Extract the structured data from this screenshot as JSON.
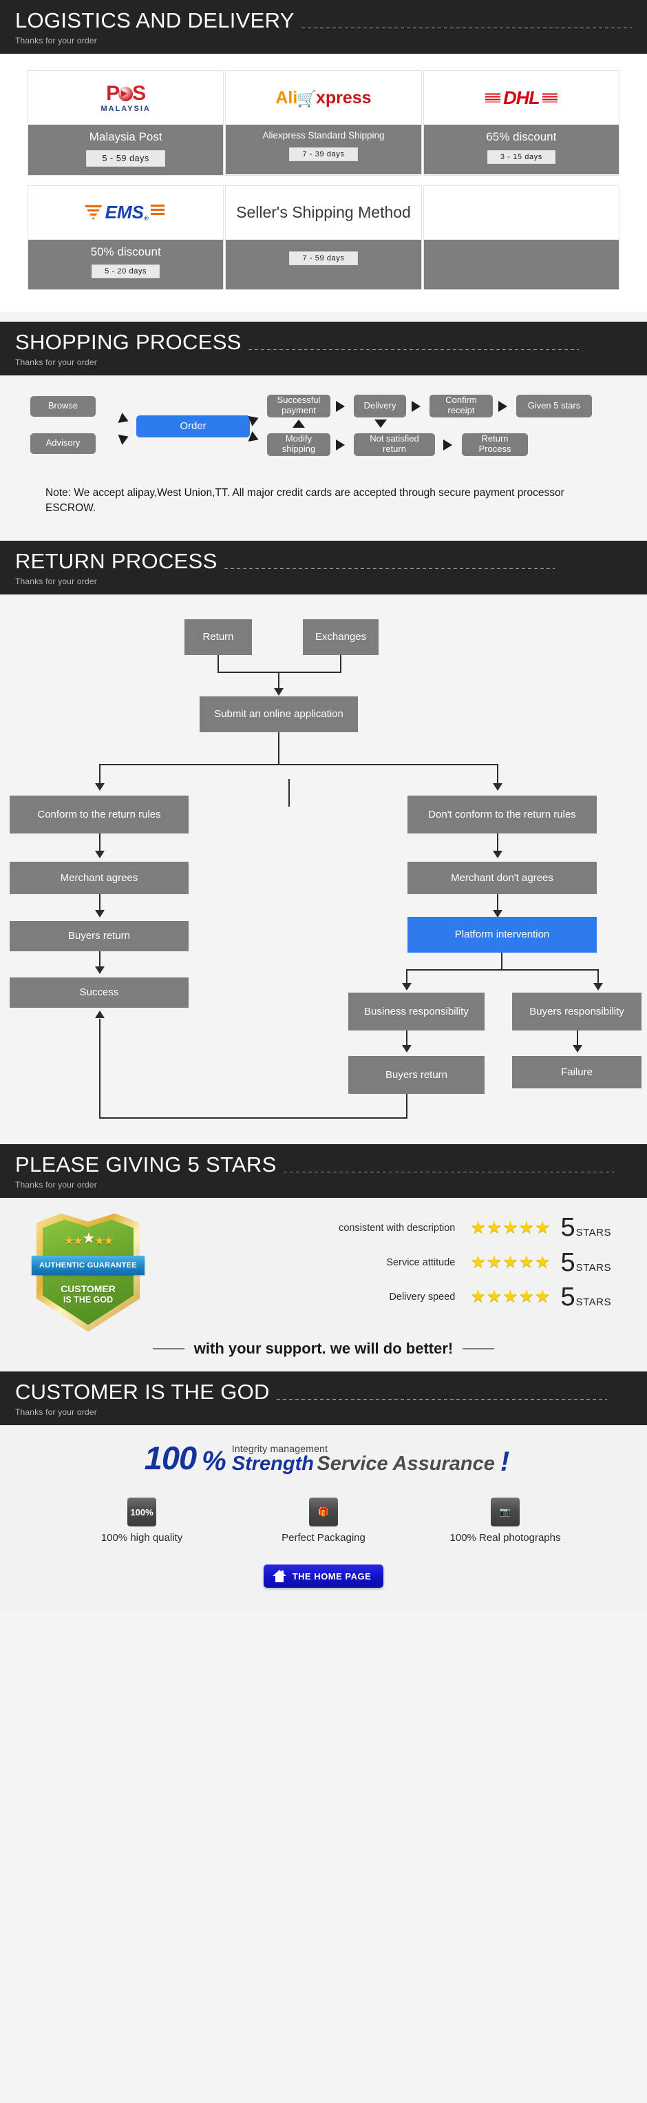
{
  "sections": {
    "logistics": {
      "title": "LOGISTICS AND DELIVERY",
      "subtitle": "Thanks for your order"
    },
    "shopping": {
      "title": "SHOPPING PROCESS",
      "subtitle": "Thanks for your order"
    },
    "returns": {
      "title": "RETURN PROCESS",
      "subtitle": "Thanks for your order"
    },
    "stars": {
      "title": "PLEASE GIVING 5 STARS",
      "subtitle": "Thanks for your order"
    },
    "god": {
      "title": "CUSTOMER IS THE GOD",
      "subtitle": "Thanks for your order"
    }
  },
  "shipping": {
    "carriers": [
      {
        "logo": "pos-malaysia-logo",
        "logo_main": "P",
        "logo_tail": "S",
        "logo_sub": "MALAYSIA",
        "name": "Malaysia Post",
        "days": "5 - 59  days"
      },
      {
        "logo": "aliexpress-logo",
        "logo_a": "Ali",
        "logo_b": "xpress",
        "name": "Aliexpress Standard Shipping",
        "days": "7 - 39  days"
      },
      {
        "logo": "dhl-logo",
        "logo_text": "DHL",
        "name": "65% discount",
        "days": "3 - 15  days"
      },
      {
        "logo": "ems-logo",
        "logo_text": "EMS",
        "name": "50% discount",
        "days": "5 - 20  days"
      },
      {
        "logo": "sellers-method-text",
        "logo_text": "Seller's Shipping Method",
        "name": "",
        "days": "7 - 59 days"
      },
      {
        "logo": "",
        "logo_text": "",
        "name": "",
        "days": ""
      }
    ]
  },
  "shopping_flow": {
    "nodes": [
      {
        "id": "browse",
        "label": "Browse"
      },
      {
        "id": "advisory",
        "label": "Advisory"
      },
      {
        "id": "order",
        "label": "Order",
        "accent": "#2d7bec"
      },
      {
        "id": "successful-payment",
        "label": "Successful payment"
      },
      {
        "id": "modify-shipping",
        "label": "Modify shipping"
      },
      {
        "id": "delivery",
        "label": "Delivery"
      },
      {
        "id": "not-satisfied-return",
        "label": "Not satisfied return"
      },
      {
        "id": "confirm-receipt",
        "label": "Confirm receipt"
      },
      {
        "id": "return-process",
        "label": "Return Process"
      },
      {
        "id": "given-5-stars",
        "label": "Given 5 stars"
      }
    ],
    "note": "Note: We accept alipay,West Union,TT. All major credit cards are accepted through secure payment processor ESCROW."
  },
  "return_flow": {
    "nodes": [
      {
        "id": "return",
        "label": "Return"
      },
      {
        "id": "exchanges",
        "label": "Exchanges"
      },
      {
        "id": "submit-online-application",
        "label": "Submit an online application"
      },
      {
        "id": "conform-rules",
        "label": "Conform to the return rules"
      },
      {
        "id": "not-conform-rules",
        "label": "Don't conform to the return rules"
      },
      {
        "id": "merchant-agrees",
        "label": "Merchant agrees"
      },
      {
        "id": "merchant-not-agrees",
        "label": "Merchant don't agrees"
      },
      {
        "id": "buyers-return-left",
        "label": "Buyers return"
      },
      {
        "id": "platform-intervention",
        "label": "Platform intervention",
        "accent": "#2d7bec"
      },
      {
        "id": "success",
        "label": "Success"
      },
      {
        "id": "business-responsibility",
        "label": "Business responsibility"
      },
      {
        "id": "buyers-responsibility",
        "label": "Buyers responsibility"
      },
      {
        "id": "buyers-return-right",
        "label": "Buyers return"
      },
      {
        "id": "failure",
        "label": "Failure"
      }
    ]
  },
  "ratings": {
    "badge": {
      "ribbon": "AUTHENTIC GUARANTEE",
      "line1": "CUSTOMER",
      "line2": "IS THE GOD"
    },
    "rows": [
      {
        "label": "consistent with description",
        "stars": 5,
        "score": "5",
        "unit": "STARS"
      },
      {
        "label": "Service attitude",
        "stars": 5,
        "score": "5",
        "unit": "STARS"
      },
      {
        "label": "Delivery speed",
        "stars": 5,
        "score": "5",
        "unit": "STARS"
      }
    ],
    "support_text": "with your support. we will do better!",
    "star_color": "#f7d117"
  },
  "promise": {
    "percent": "100",
    "percent_symbol": "%",
    "integrity": "Integrity management",
    "strength": "Strength",
    "service": "Service Assurance",
    "bang": "!",
    "features": [
      {
        "icon": "hundred-percent-icon",
        "icon_text": "100%",
        "label": "100% high quality"
      },
      {
        "icon": "gift-box-icon",
        "icon_text": "",
        "label": "Perfect Packaging"
      },
      {
        "icon": "camera-icon",
        "icon_text": "",
        "label": "100% Real photographs"
      }
    ],
    "home_button": {
      "label": "THE HOME PAGE",
      "icon": "home-icon"
    }
  }
}
